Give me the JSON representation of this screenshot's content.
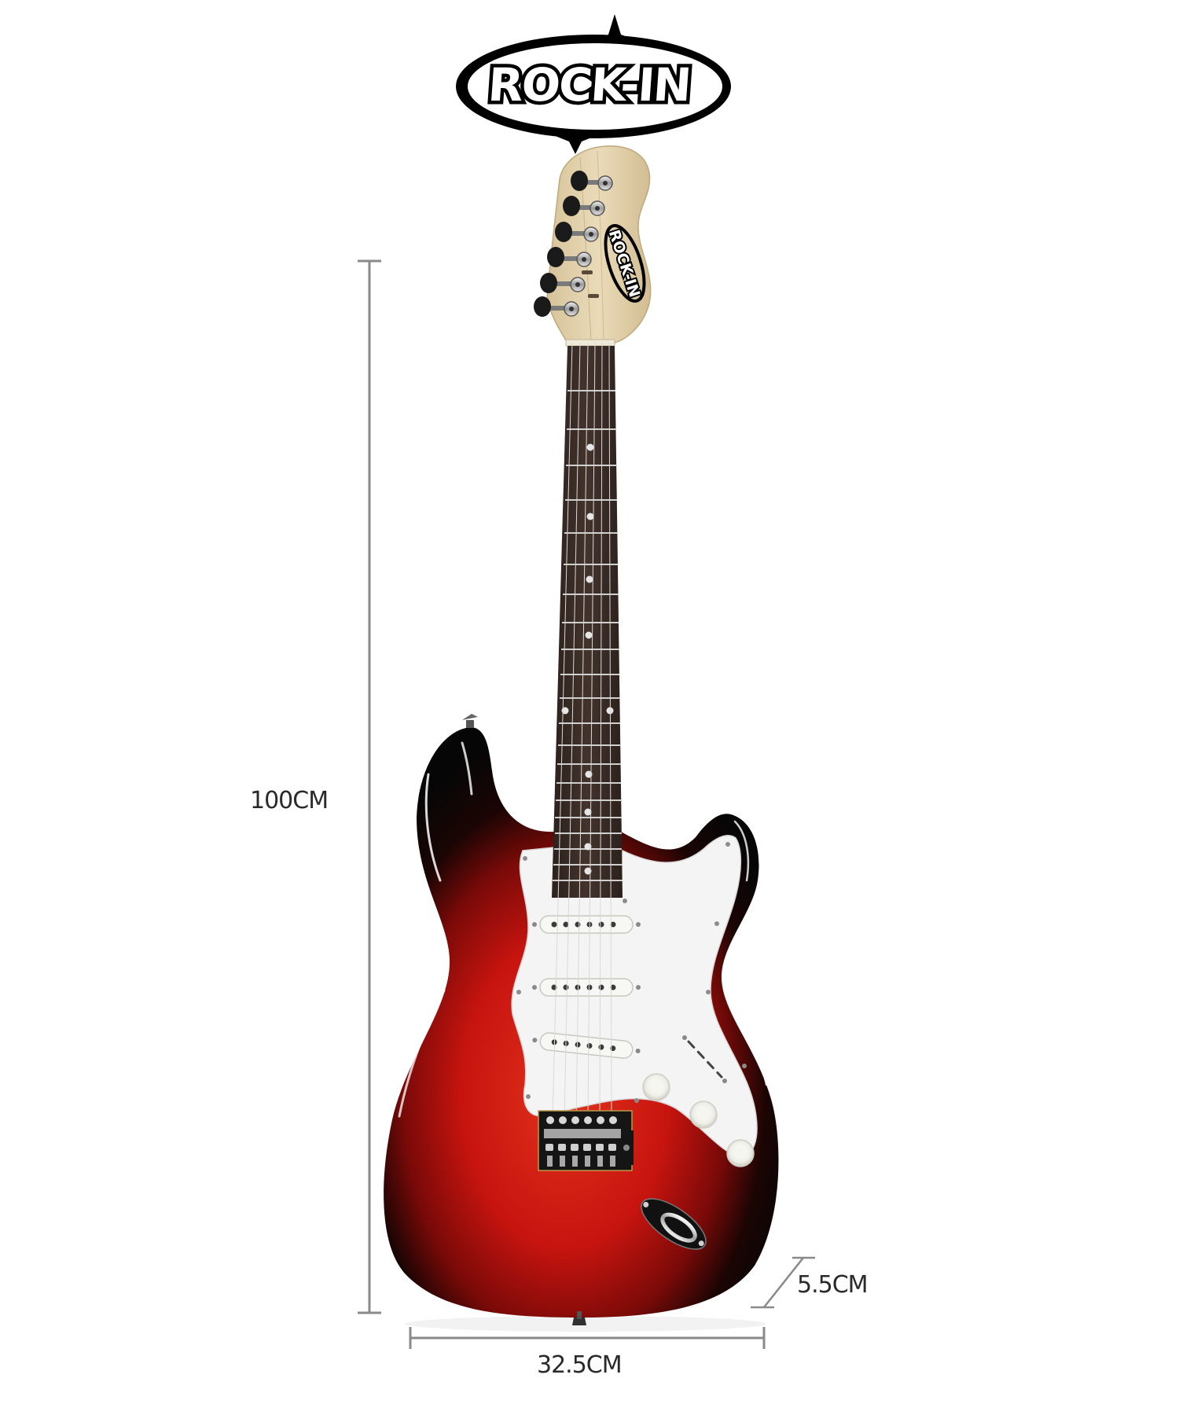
{
  "brand": {
    "logo_text": "ROCK-IN",
    "headstock_logo_text": "ROCK-IN"
  },
  "product": {
    "type": "electric guitar",
    "finish": "red sunburst",
    "pickguard": "white",
    "pickups": 3,
    "control_knobs": 3,
    "tuners": 6,
    "colors": {
      "body_edge": "#0d0d0d",
      "body_center": "#d11a12",
      "pickguard": "#f4f4f4",
      "fretboard": "#3b2d27",
      "headstock": "#e3d3ae",
      "dimension_line": "#8a8a8a",
      "dimension_text": "#2a2a2a"
    }
  },
  "dimensions": {
    "length_label": "100CM",
    "width_label": "32.5CM",
    "depth_label": "5.5CM"
  }
}
